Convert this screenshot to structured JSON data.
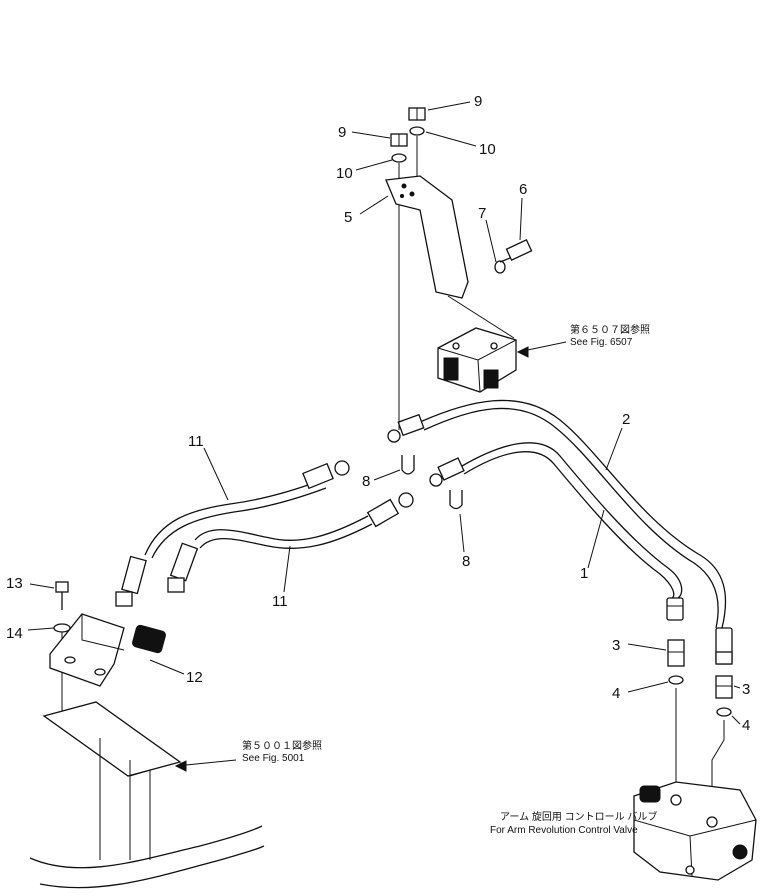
{
  "labels": {
    "p1": "1",
    "p2": "2",
    "p3a": "3",
    "p3b": "3",
    "p4a": "4",
    "p4b": "4",
    "p5": "5",
    "p6": "6",
    "p7": "7",
    "p8a": "8",
    "p8b": "8",
    "p9a": "9",
    "p9b": "9",
    "p10a": "10",
    "p10b": "10",
    "p11a": "11",
    "p11b": "11",
    "p12": "12",
    "p13": "13",
    "p14": "14"
  },
  "notes": {
    "ref6507_jp": "第６５０７図参照",
    "ref6507_en": "See Fig. 6507",
    "ref5001_jp": "第５００１図参照",
    "ref5001_en": "See Fig. 5001",
    "valve_jp": "アーム 旋回用 コントロール バルブ",
    "valve_en": "For Arm Revolution Control Valve"
  }
}
